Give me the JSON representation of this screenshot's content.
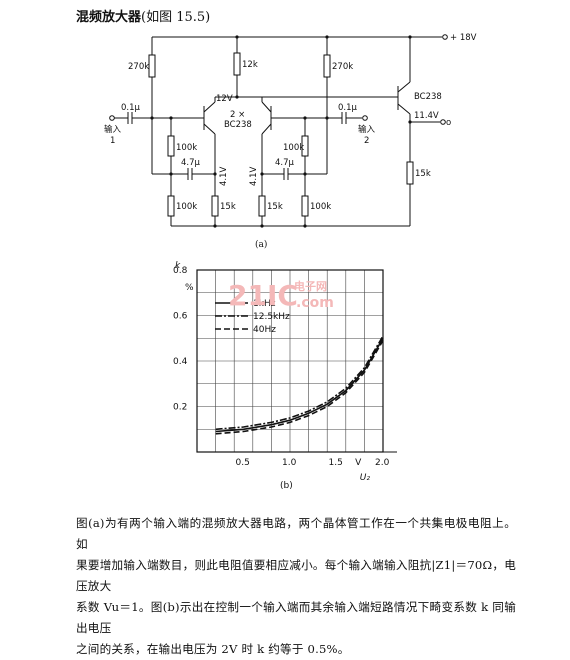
{
  "title": {
    "main": "混频放大器",
    "ref": "(如图 15.5)"
  },
  "circuit": {
    "supply": "+ 18V",
    "r_left_top": "270k",
    "r_mid_top": "12k",
    "r_right_top": "270k",
    "v_collector": "12V",
    "transistors": "2 ×",
    "transistor_model": "BC238",
    "out_transistor": "BC238",
    "cap_in1": "0.1μ",
    "cap_in2": "0.1μ",
    "input1_label": "输入",
    "input1_num": "1",
    "input2_label": "输入",
    "input2_num": "2",
    "v_out": "11.4V",
    "out_node": "o",
    "r_bias1": "100k",
    "r_bias2": "100k",
    "cap_coup1": "4.7μ",
    "cap_coup2": "4.7μ",
    "v_e1": "4.1V",
    "v_e2": "4.1V",
    "r_low1": "100k",
    "r_e1": "15k",
    "r_e2": "15k",
    "r_low2": "100k",
    "r_out": "15k",
    "caption": "(a)"
  },
  "chart_data": {
    "type": "line",
    "title": "",
    "xlabel": "U₂",
    "ylabel": "k",
    "yunit": "%",
    "xunit": "V",
    "xlim": [
      0,
      2.0
    ],
    "ylim": [
      0,
      0.8
    ],
    "xticks": [
      "0.5",
      "1.0",
      "1.5",
      "2.0"
    ],
    "yticks": [
      "0.2",
      "0.4",
      "0.6",
      "0.8"
    ],
    "grid": true,
    "legend_position": "top-left",
    "caption": "(b)",
    "series": [
      {
        "name": "1kHz",
        "style": "solid",
        "x": [
          0.2,
          0.5,
          0.8,
          1.0,
          1.2,
          1.4,
          1.6,
          1.8,
          2.0
        ],
        "y": [
          0.09,
          0.1,
          0.12,
          0.14,
          0.17,
          0.21,
          0.27,
          0.36,
          0.5
        ]
      },
      {
        "name": "12.5kHz",
        "style": "dashdot",
        "x": [
          0.2,
          0.5,
          0.8,
          1.0,
          1.2,
          1.4,
          1.6,
          1.8,
          2.0
        ],
        "y": [
          0.1,
          0.11,
          0.13,
          0.15,
          0.18,
          0.22,
          0.28,
          0.37,
          0.51
        ]
      },
      {
        "name": "40Hz",
        "style": "dashed",
        "x": [
          0.2,
          0.5,
          0.8,
          1.0,
          1.2,
          1.4,
          1.6,
          1.8,
          2.0
        ],
        "y": [
          0.08,
          0.09,
          0.11,
          0.13,
          0.16,
          0.2,
          0.26,
          0.35,
          0.49
        ]
      }
    ]
  },
  "watermark": {
    "text": "21IC",
    "sub": "电子网",
    "url": ".com"
  },
  "paragraph": [
    "图(a)为有两个输入端的混频放大器电路，两个晶体管工作在一个共集电极电阻上。如",
    "果要增加输入端数目，则此电阻值要相应减小。每个输入端输入阻抗|Z1|＝70Ω，电压放大",
    "系数 Vu＝1。图(b)示出在控制一个输入端而其余输入端短路情况下畸变系数 k 同输出电压",
    "之间的关系，在输出电压为 2V 时 k 约等于 0.5%。"
  ]
}
